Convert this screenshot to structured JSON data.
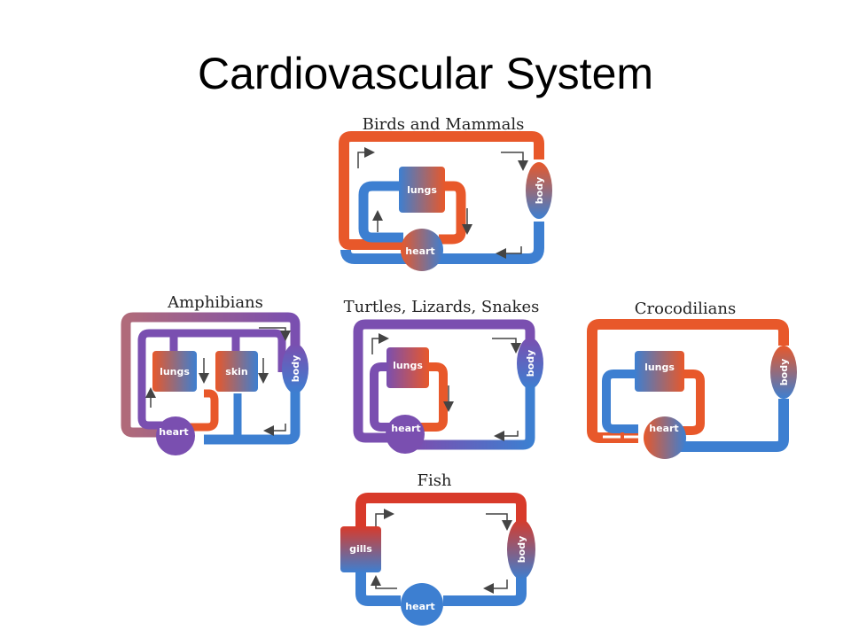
{
  "slide": {
    "title": "Cardiovascular System"
  },
  "colors": {
    "oxygenated": "#e8582a",
    "deoxygenated": "#3d7fd1",
    "mixed": "#7a4fb0"
  },
  "panels": {
    "birds": {
      "title": "Birds and Mammals",
      "organs": [
        "lungs",
        "heart",
        "body"
      ]
    },
    "amphibians": {
      "title": "Amphibians",
      "organs": [
        "lungs",
        "skin",
        "heart",
        "body"
      ]
    },
    "reptiles": {
      "title": "Turtles, Lizards, Snakes",
      "organs": [
        "lungs",
        "heart",
        "body"
      ]
    },
    "crocodilians": {
      "title": "Crocodilians",
      "organs": [
        "lungs",
        "heart",
        "body"
      ]
    },
    "fish": {
      "title": "Fish",
      "organs": [
        "gills",
        "heart",
        "body"
      ]
    }
  }
}
